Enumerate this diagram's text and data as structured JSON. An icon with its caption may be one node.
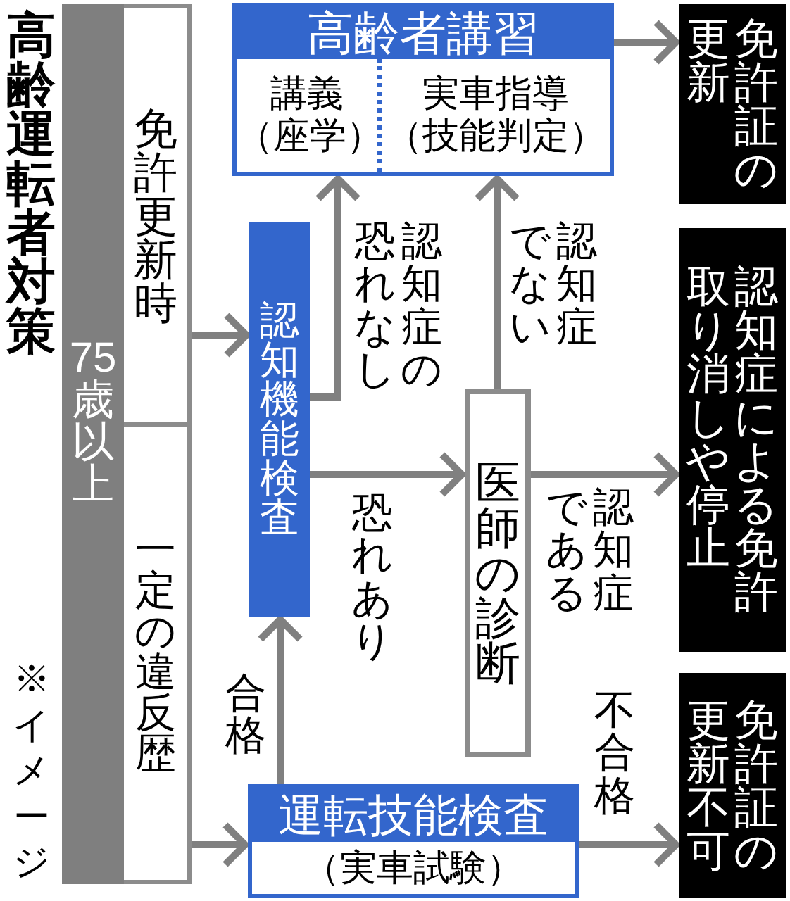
{
  "diagram": {
    "title": "高齢運転者対策",
    "nodes": [
      {
        "text": [
          "75歳以上"
        ]
      },
      {
        "text": [
          "免許更新時"
        ]
      },
      {
        "text": [
          "一定の違反歴"
        ]
      },
      {
        "text": [
          "高齢者講習"
        ]
      },
      {
        "text": [
          "講義（座学）"
        ],
        "in": 3
      },
      {
        "text": [
          "実車指導（技能判定）"
        ],
        "in": 3
      },
      {
        "text": [
          "認知機能検査"
        ]
      },
      {
        "text": [
          "医師の診断"
        ]
      },
      {
        "text": [
          "運転技能検査",
          "（実車試験）"
        ]
      },
      {
        "text": [
          "免許証の更新"
        ]
      },
      {
        "text": [
          "認知症による免許取り消しや停止"
        ]
      },
      {
        "text": [
          "免許証の更新不可"
        ]
      }
    ],
    "edges": [
      {
        "from": 1,
        "to": 6,
        "arrow": "to"
      },
      {
        "from": 2,
        "to": 8,
        "arrow": "to"
      },
      {
        "from": 8,
        "to": 6,
        "arrow": "to",
        "label": "合格"
      },
      {
        "from": 6,
        "to": 3,
        "arrow": "to",
        "label": "認知症の恐れなし"
      },
      {
        "from": 6,
        "to": 7,
        "arrow": "to",
        "label": "恐れあり"
      },
      {
        "from": 7,
        "to": 3,
        "arrow": "to",
        "label": "認知症でない"
      },
      {
        "from": 7,
        "to": 10,
        "arrow": "to",
        "label": "認知症である"
      },
      {
        "from": 3,
        "to": 9,
        "arrow": "to"
      },
      {
        "from": 8,
        "to": 11,
        "arrow": "to",
        "label": "不合格"
      }
    ],
    "labels": [
      "※イメージ"
    ]
  }
}
